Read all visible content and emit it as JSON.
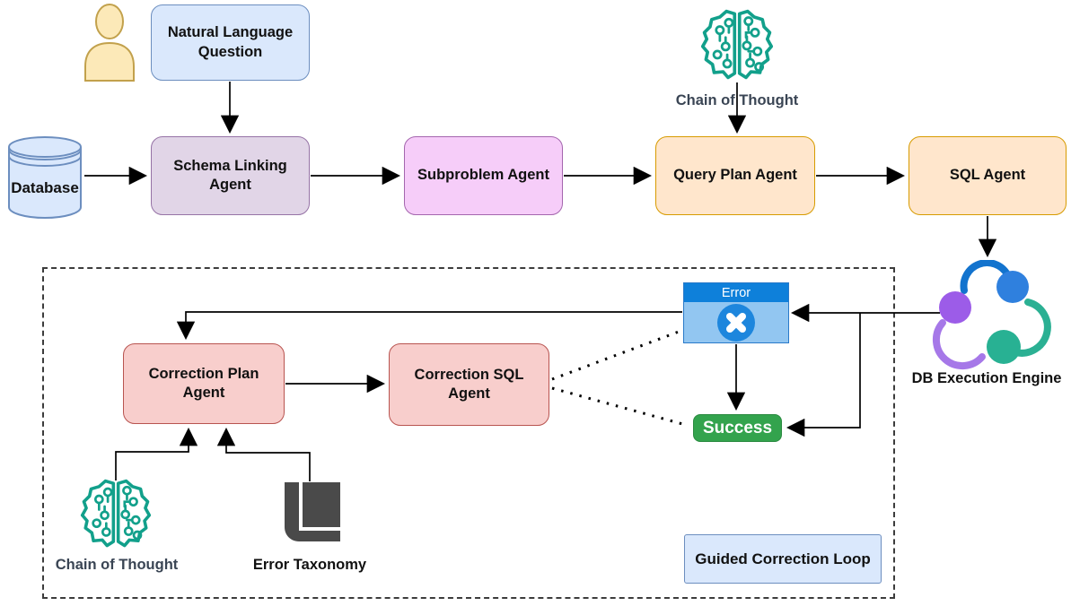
{
  "colors": {
    "canvas_bg": "#ffffff",
    "wire": "#000000",
    "text": "#111111",
    "label_dark": "#3a4554",
    "blue_fill": "#dae8fc",
    "blue_stroke": "#6c8ebf",
    "purple_fill": "#e1d5e7",
    "purple_stroke": "#9673a6",
    "pink_fill": "#f6cdf9",
    "pink_stroke": "#a466ae",
    "orange_fill": "#ffe6cc",
    "orange_stroke": "#d79b00",
    "red_fill": "#f8cecc",
    "red_stroke": "#b85450",
    "green_fill": "#33a34d",
    "green_stroke": "#2a8a40",
    "error_titlebar": "#0e80da",
    "error_body": "#92c6f1",
    "error_border": "#2979c9",
    "error_badge": "#1d86dd",
    "teal_icon": "#12a08b",
    "book_color": "#4a4a4a",
    "person_fill": "#fce9b8",
    "person_stroke": "#c2a14c",
    "db_fill": "#dae8fc",
    "db_stroke": "#6c8ebf",
    "engine_blue": "#2f80de",
    "engine_purple": "#9c5ce8",
    "engine_teal": "#28b193",
    "engine_arc_blue": "#1273ce",
    "engine_arc_purple": "#a678e8",
    "engine_arc_teal": "#2bb093"
  },
  "nodes": {
    "natural_language_question": "Natural Language Question",
    "database": "Database",
    "schema_linking_agent": "Schema Linking Agent",
    "subproblem_agent": "Subproblem Agent",
    "query_plan_agent": "Query Plan Agent",
    "sql_agent": "SQL Agent",
    "chain_of_thought_top": "Chain of Thought",
    "db_execution_engine": "DB Execution Engine",
    "error_title": "Error",
    "success": "Success",
    "correction_plan_agent": "Correction Plan Agent",
    "correction_sql_agent": "Correction SQL Agent",
    "chain_of_thought_bottom": "Chain of Thought",
    "error_taxonomy": "Error Taxonomy",
    "guided_correction_loop": "Guided Correction Loop"
  },
  "icons": {
    "user": "user-icon",
    "database": "database-cylinder-icon",
    "chain_of_thought": "brain-circuit-icon",
    "db_execution_engine": "cycle-circles-icon",
    "error": "error-x-icon",
    "error_taxonomy": "book-icon"
  }
}
